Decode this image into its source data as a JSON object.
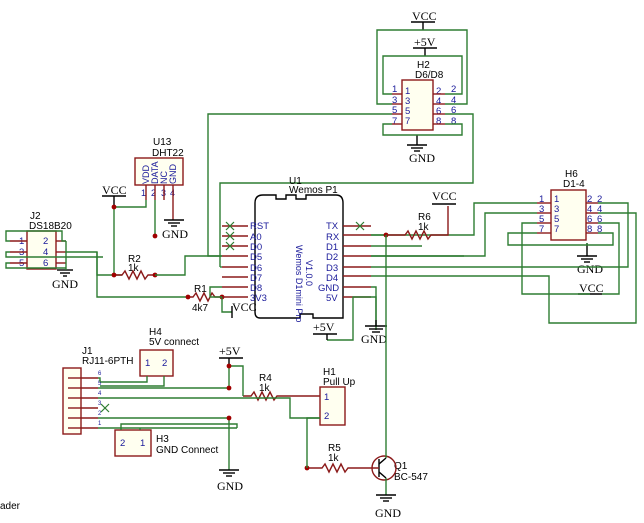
{
  "power": {
    "vcc": "VCC",
    "p5v": "+5V",
    "gnd": "GND"
  },
  "components": {
    "h2": {
      "ref": "H2",
      "value": "D6/D8",
      "pins_left": [
        "1",
        "3",
        "5",
        "7"
      ],
      "pins_right": [
        "2",
        "4",
        "6",
        "8"
      ]
    },
    "h6": {
      "ref": "H6",
      "value": "D1-4",
      "pins_left": [
        "1",
        "3",
        "5",
        "7"
      ],
      "pins_right": [
        "2",
        "4",
        "6",
        "8"
      ]
    },
    "u13": {
      "ref": "U13",
      "value": "DHT22",
      "pins": [
        "VDD",
        "DATA",
        "NC",
        "GND"
      ],
      "pin_numbers": [
        "1",
        "2",
        "3",
        "4"
      ]
    },
    "j2": {
      "ref": "J2",
      "value": "DS18B20",
      "pins_left": [
        "1",
        "3",
        "5"
      ],
      "pins_right": [
        "2",
        "4",
        "6"
      ]
    },
    "u1": {
      "ref": "U1",
      "value": "Wemos P1",
      "left_pins": [
        "RST",
        "A0",
        "D0",
        "D5",
        "D6",
        "D7",
        "D8",
        "3V3"
      ],
      "right_pins": [
        "TX",
        "RX",
        "D1",
        "D2",
        "D3",
        "D4",
        "GND",
        "5V"
      ],
      "body_text": "Wemos D1mini Pro",
      "body_text2": "V1.0.0"
    },
    "r6": {
      "ref": "R6",
      "value": "1k"
    },
    "r2": {
      "ref": "R2",
      "value": "1k"
    },
    "r1": {
      "ref": "R1",
      "value": "4k7"
    },
    "h4": {
      "ref": "H4",
      "value": "5V connect",
      "pins": [
        "1",
        "2"
      ]
    },
    "j1": {
      "ref": "J1",
      "value": "RJ11-6PTH",
      "pins": [
        "6",
        "5",
        "4",
        "3",
        "2",
        "1"
      ]
    },
    "r4": {
      "ref": "R4",
      "value": "1k"
    },
    "h1": {
      "ref": "H1",
      "value": "Pull Up",
      "pins": [
        "1",
        "2"
      ]
    },
    "h3": {
      "ref": "H3",
      "value": "GND Connect",
      "pins": [
        "2",
        "1"
      ]
    },
    "r5": {
      "ref": "R5",
      "value": "1k"
    },
    "q1": {
      "ref": "Q1",
      "value": "BC-547"
    }
  },
  "footer": {
    "cut_label": "ader"
  }
}
